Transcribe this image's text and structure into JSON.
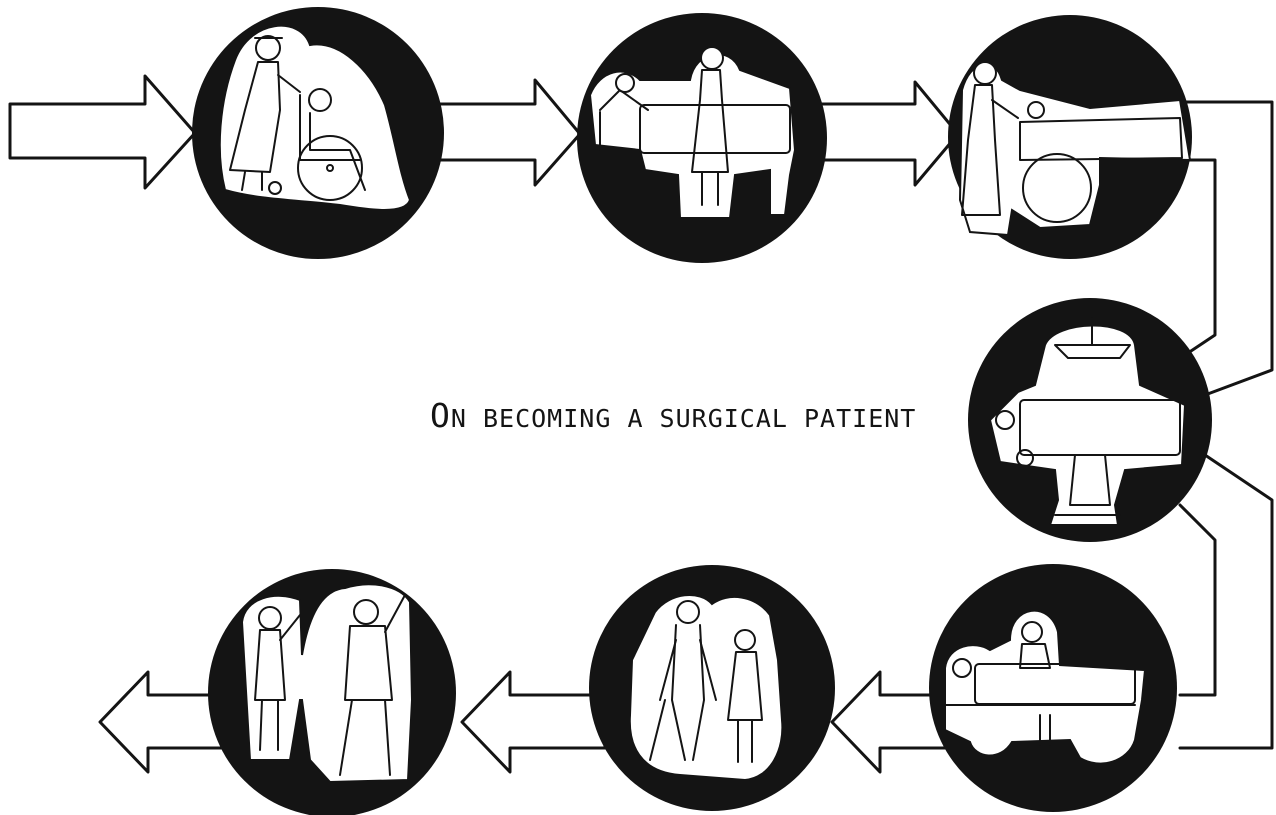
{
  "title": {
    "first_letter": "O",
    "rest": "N BECOMING A SURGICAL PATIENT"
  },
  "colors": {
    "ink": "#141414",
    "paper": "#ffffff"
  },
  "stages": [
    {
      "scene": "admission-nurse-pushing-wheelchair"
    },
    {
      "scene": "ward-patient-in-bed-with-nurse"
    },
    {
      "scene": "transport-patient-on-stretcher"
    },
    {
      "scene": "operating-room-table-under-lamp"
    },
    {
      "scene": "recovery-patient-in-bed-with-nurse"
    },
    {
      "scene": "ambulation-patient-walking-with-nurse"
    },
    {
      "scene": "discharge-patient-waving-goodbye"
    }
  ]
}
